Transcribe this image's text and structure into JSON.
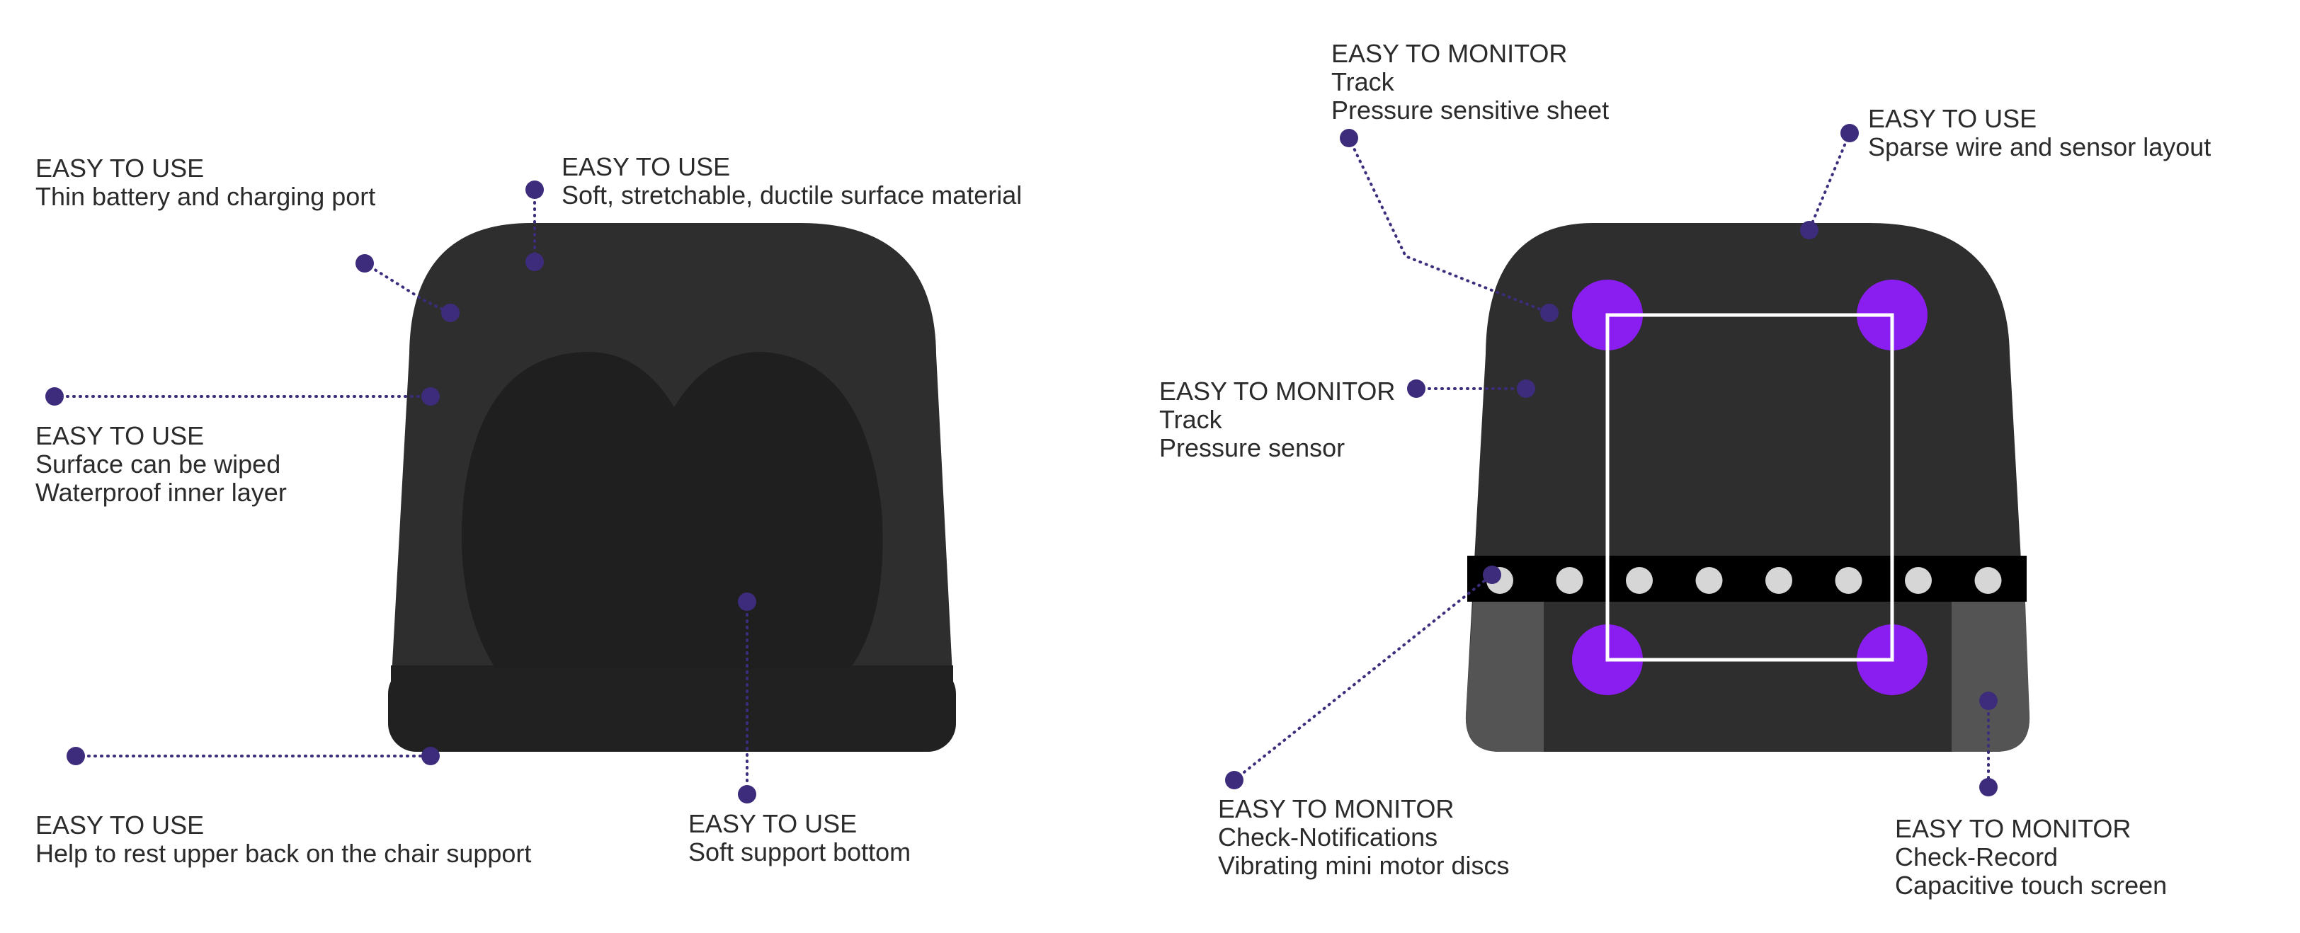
{
  "colors": {
    "body": "#2e2e2e",
    "inner": "#1f1f1f",
    "base": "#212121",
    "strap": "#000000",
    "side_panel": "#545454",
    "accent": "#8a1ef0",
    "leader": "#3d2c7c",
    "text": "#2b2b2b"
  },
  "left_product": {
    "callouts": [
      {
        "id": "battery",
        "heading": "EASY TO USE",
        "lines": [
          "Thin battery  and charging port"
        ]
      },
      {
        "id": "surface-material",
        "heading": "EASY TO USE",
        "lines": [
          "Soft, stretchable, ductile surface material"
        ]
      },
      {
        "id": "wipeable",
        "heading": "EASY TO USE",
        "lines": [
          "Surface can be wiped",
          "Waterproof inner layer"
        ]
      },
      {
        "id": "upper-back",
        "heading": "EASY TO USE",
        "lines": [
          "Help to rest upper back on the chair support"
        ]
      },
      {
        "id": "support-bottom",
        "heading": "EASY TO USE",
        "lines": [
          "Soft support bottom"
        ]
      }
    ]
  },
  "right_product": {
    "sensor_dot_count": 8,
    "callouts": [
      {
        "id": "pressure-sheet",
        "heading": "EASY TO MONITOR",
        "lines": [
          "Track",
          "Pressure sensitive sheet"
        ]
      },
      {
        "id": "wire-layout",
        "heading": "EASY TO USE",
        "lines": [
          "Sparse wire and sensor layout"
        ]
      },
      {
        "id": "pressure-sensor",
        "heading": "EASY TO MONITOR",
        "lines": [
          "Track",
          "Pressure sensor"
        ]
      },
      {
        "id": "motor-discs",
        "heading": "EASY TO MONITOR",
        "lines": [
          "Check-Notifications",
          "Vibrating mini motor discs"
        ]
      },
      {
        "id": "touch-screen",
        "heading": "EASY TO MONITOR",
        "lines": [
          "Check-Record",
          "Capacitive touch screen"
        ]
      }
    ]
  }
}
